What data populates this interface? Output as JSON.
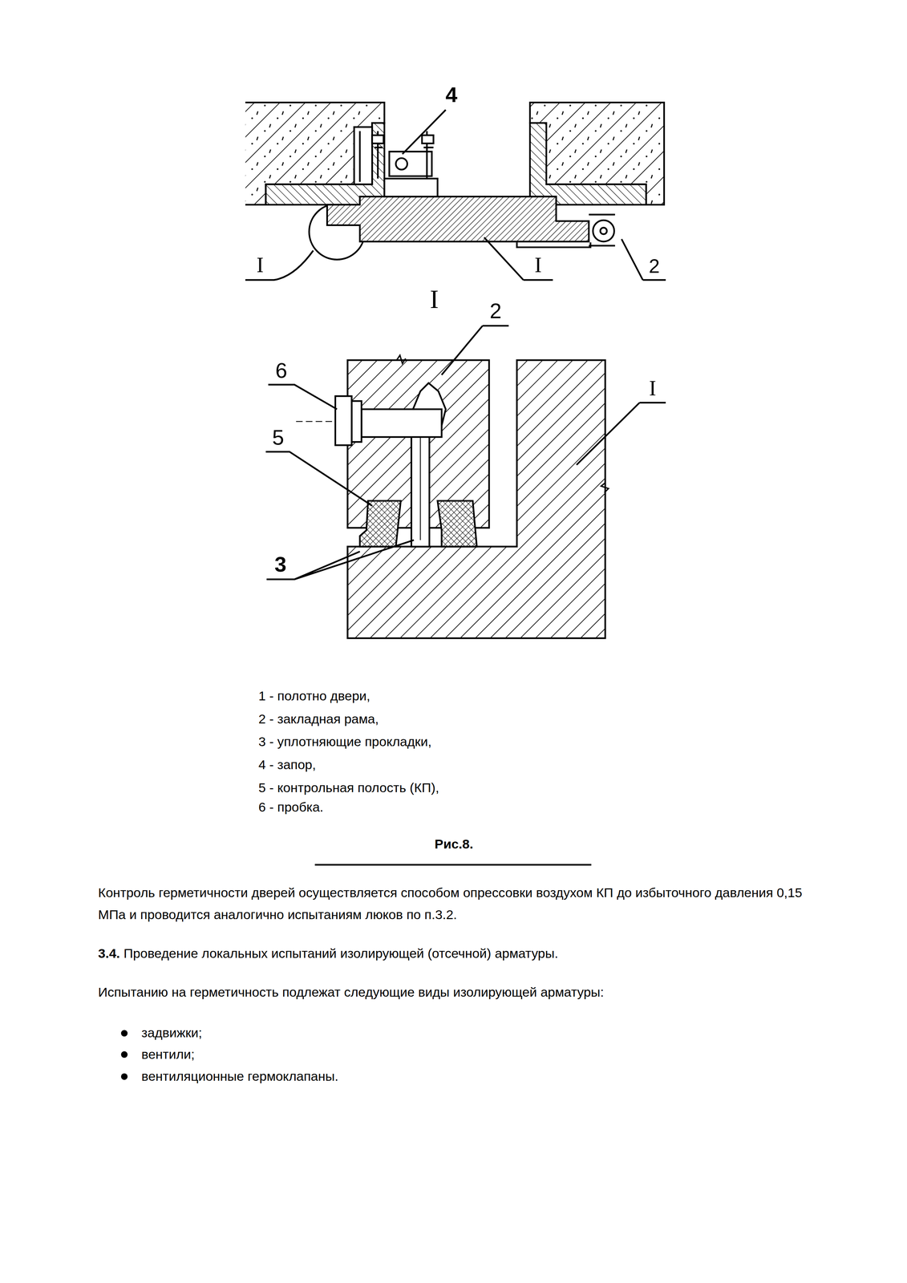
{
  "diagram": {
    "caption": "Рис.8.",
    "labels": [
      "4",
      "I",
      "I",
      "2",
      "I",
      "2",
      "6",
      "I",
      "5",
      "3",
      "1 - полотно двери,",
      "2 - закладная рама,",
      "3 - уплотняющие прокладки,",
      "4 - запор,",
      "5 - контрольная полость (КП),",
      "6 - пробка.",
      "Контроль герметичности дверей осуществляется способом опрессовки воздухом КП до избыточного давления 0,15 МПа и проводится аналогично испытаниям люков по п.3.2.",
      "3.4.",
      "Проведение локальных испытаний изолирующей (отсечной) арматуры.",
      "Испытанию на герметичность подлежат следующие виды изолирующей арматуры:",
      "задвижки;",
      "вентили;",
      "вентиляционные гермоклапаны."
    ]
  }
}
